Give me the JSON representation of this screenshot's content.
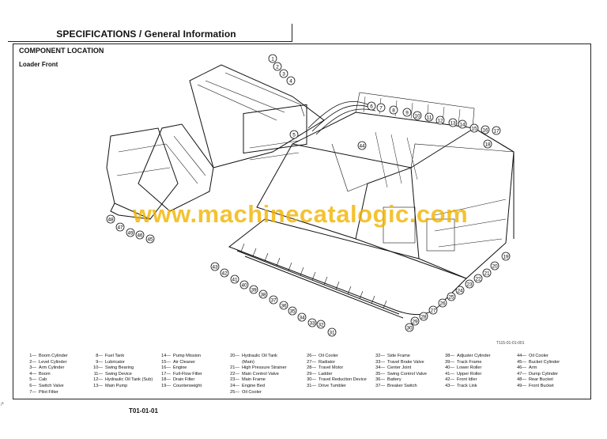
{
  "header": {
    "title": "SPECIFICATIONS / General Information"
  },
  "section": {
    "title": "COMPONENT LOCATION",
    "subtitle": "Loader Front"
  },
  "figure": {
    "id": "T115-01-01-001"
  },
  "watermark": {
    "text": "www.machinecatalogic.com"
  },
  "callouts": [
    "1",
    "2",
    "3",
    "4",
    "5",
    "6",
    "7",
    "8",
    "9",
    "10",
    "11",
    "12",
    "13",
    "14",
    "15",
    "16",
    "17",
    "18",
    "19",
    "20",
    "21",
    "22",
    "23",
    "24",
    "25",
    "26",
    "27",
    "28",
    "29",
    "30",
    "31",
    "32",
    "33",
    "34",
    "35",
    "36",
    "37",
    "38",
    "39",
    "40",
    "41",
    "42",
    "43",
    "44",
    "45",
    "46",
    "47",
    "48",
    "49"
  ],
  "legend": [
    [
      {
        "num": "1",
        "label": "Boom Cylinder"
      },
      {
        "num": "2",
        "label": "Level Cylinder"
      },
      {
        "num": "3",
        "label": "Arm Cylinder"
      },
      {
        "num": "4",
        "label": "Boom"
      },
      {
        "num": "5",
        "label": "Cab"
      },
      {
        "num": "6",
        "label": "Switch Valve"
      },
      {
        "num": "7",
        "label": "Pilot Filter"
      }
    ],
    [
      {
        "num": "8",
        "label": "Fuel Tank"
      },
      {
        "num": "9",
        "label": "Lubricator"
      },
      {
        "num": "10",
        "label": "Swing Bearing"
      },
      {
        "num": "11",
        "label": "Swing Device"
      },
      {
        "num": "12",
        "label": "Hydraulic Oil Tank (Sub)"
      },
      {
        "num": "13",
        "label": "Main Pump"
      }
    ],
    [
      {
        "num": "14",
        "label": "Pump Mission"
      },
      {
        "num": "15",
        "label": "Air Cleaner"
      },
      {
        "num": "16",
        "label": "Engine"
      },
      {
        "num": "17",
        "label": "Full-Flow Filter"
      },
      {
        "num": "18",
        "label": "Drain Filter"
      },
      {
        "num": "19",
        "label": "Counterweight"
      }
    ],
    [
      {
        "num": "20",
        "label": "Hydraulic Oil Tank (Main)"
      },
      {
        "num": "21",
        "label": "High Pressure Strainer"
      },
      {
        "num": "22",
        "label": "Main Control Valve"
      },
      {
        "num": "23",
        "label": "Main Frame"
      },
      {
        "num": "24",
        "label": "Engine Bed"
      },
      {
        "num": "25",
        "label": "Oil Cooler"
      }
    ],
    [
      {
        "num": "26",
        "label": "Oil Cooler"
      },
      {
        "num": "27",
        "label": "Radiator"
      },
      {
        "num": "28",
        "label": "Travel Motor"
      },
      {
        "num": "29",
        "label": "Ladder"
      },
      {
        "num": "30",
        "label": "Travel Reduction Device"
      },
      {
        "num": "31",
        "label": "Drive Tumbler"
      }
    ],
    [
      {
        "num": "32",
        "label": "Side Frame"
      },
      {
        "num": "33",
        "label": "Travel Brake Valve"
      },
      {
        "num": "34",
        "label": "Center Joint"
      },
      {
        "num": "35",
        "label": "Swing Control Valve"
      },
      {
        "num": "36",
        "label": "Battery"
      },
      {
        "num": "37",
        "label": "Breaker Switch"
      }
    ],
    [
      {
        "num": "38",
        "label": "Adjuster Cylinder"
      },
      {
        "num": "39",
        "label": "Track Frame"
      },
      {
        "num": "40",
        "label": "Lower Roller"
      },
      {
        "num": "41",
        "label": "Upper Roller"
      },
      {
        "num": "42",
        "label": "Front Idler"
      },
      {
        "num": "43",
        "label": "Track Link"
      }
    ],
    [
      {
        "num": "44",
        "label": "Oil Cooler"
      },
      {
        "num": "45",
        "label": "Bucket Cylinder"
      },
      {
        "num": "46",
        "label": "Arm"
      },
      {
        "num": "47",
        "label": "Dump Cylinder"
      },
      {
        "num": "48",
        "label": "Rear Bucket"
      },
      {
        "num": "49",
        "label": "Front Bucket"
      }
    ]
  ],
  "footer": {
    "page_number": "T01-01-01"
  },
  "corner_mark": "/*"
}
